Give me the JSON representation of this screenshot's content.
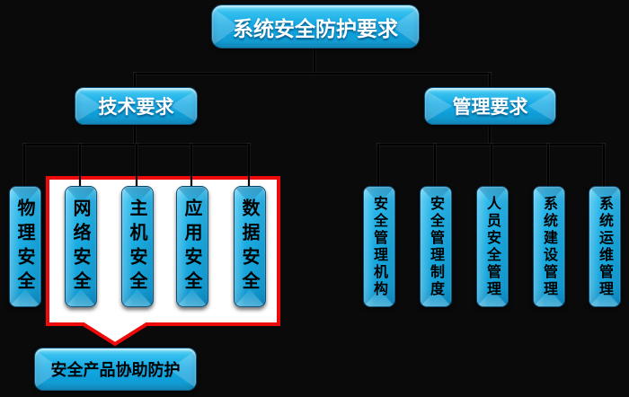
{
  "root": {
    "label": "系统安全防护要求"
  },
  "branches": {
    "tech": {
      "label": "技术要求"
    },
    "mgmt": {
      "label": "管理要求"
    }
  },
  "tech_items": [
    "物理安全",
    "网络安全",
    "主机安全",
    "应用安全",
    "数据安全"
  ],
  "mgmt_items": [
    "安全管理机构",
    "安全管理制度",
    "人员安全管理",
    "系统建设管理",
    "系统运维管理"
  ],
  "highlight": {
    "callout_label": "安全产品协助防护",
    "covers": [
      "网络安全",
      "主机安全",
      "应用安全",
      "数据安全"
    ]
  },
  "colors": {
    "background": "#0a0a0a",
    "node_cyan": "#19ace2",
    "node_cyan_light": "#7edff8",
    "node_cyan_dark": "#0d8cc4",
    "highlight_red": "#ee0a0a",
    "highlight_fill": "#ffffff",
    "connector": "#000000",
    "header_text": "#ffffff",
    "pillar_text": "#000000"
  }
}
